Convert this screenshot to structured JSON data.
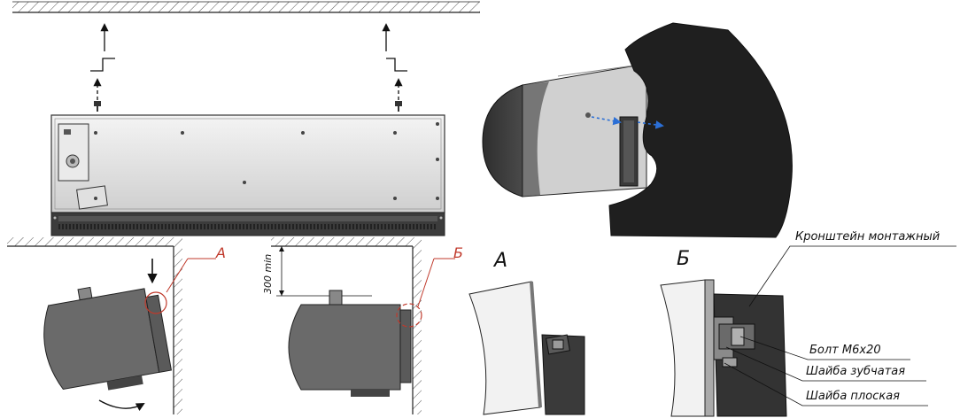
{
  "labels": {
    "detail_a_left": "А",
    "detail_b_left": "Б",
    "clearance": "300 min",
    "detail_a_title": "А",
    "detail_b_title": "Б"
  },
  "callouts": {
    "bracket": "Кронштейн монтажный",
    "bolt": "Болт М6х20",
    "washer_toothed": "Шайба зубчатая",
    "washer_flat": "Шайба плоская"
  },
  "colors": {
    "red_callout": "#c0392b",
    "blue_arrow": "#2b6fd6",
    "panel_dark": "#2a2a2a",
    "housing_gray": "#6a6a6a"
  }
}
